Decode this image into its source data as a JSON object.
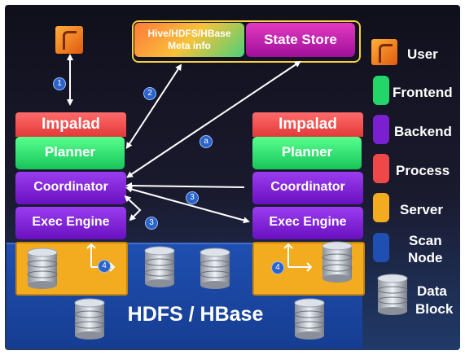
{
  "meta_box": {
    "line1": "Hive/HDFS/HBase",
    "line2": "Meta info"
  },
  "state_store": "State Store",
  "left_node": {
    "impalad": "Impalad",
    "planner": "Planner",
    "coordinator": "Coordinator",
    "exec": "Exec Engine"
  },
  "right_node": {
    "impalad": "Impalad",
    "planner": "Planner",
    "coordinator": "Coordinator",
    "exec": "Exec Engine"
  },
  "storage": "HDFS / HBase",
  "steps": {
    "s1": "1",
    "s2": "2",
    "sa": "a",
    "s3a": "3",
    "s3b": "3",
    "s4a": "4",
    "s4b": "4"
  },
  "legend": {
    "user": "User",
    "frontend": "Frontend",
    "backend": "Backend",
    "process": "Process",
    "server": "Server",
    "scan_node_1": "Scan",
    "scan_node_2": "Node",
    "data_block_1": "Data",
    "data_block_2": "Block"
  },
  "colors": {
    "frontend": "#22d66a",
    "backend": "#7a20d0",
    "process": "#f04848",
    "server": "#f3ac1f",
    "scan_node": "#1f4fb0",
    "user": "#f07a20"
  }
}
